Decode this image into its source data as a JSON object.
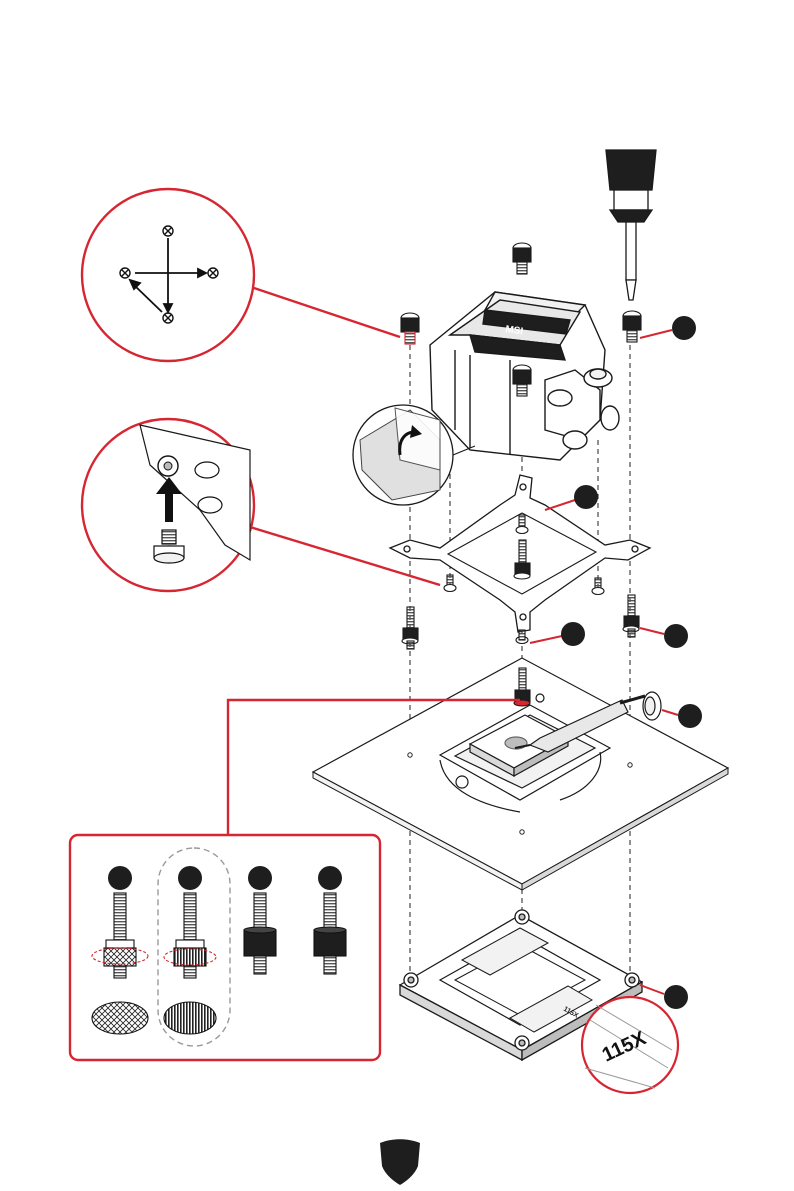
{
  "document": {
    "page_marker": "",
    "socket_label_small": "115X",
    "socket_label_zoom": "115X",
    "pump_logo_text": "MSI"
  },
  "colors": {
    "accent_red": "#d62631",
    "line_dark": "#1a1a1a",
    "fill_light": "#f2f2f2",
    "fill_mid": "#d9d9d9",
    "fill_dark": "#1e1e1e",
    "paste": "#bdbdbd",
    "badge_marker": "#1e1e1e"
  },
  "callouts": [
    {
      "id": "pump-mount-callout"
    },
    {
      "id": "backplate-screw-callout"
    },
    {
      "id": "standoff-comparison-callout"
    },
    {
      "id": "socket-marking-zoom"
    }
  ],
  "standoff_types": [
    {
      "id": "standoff-type-1",
      "pattern": "knurled-diamond"
    },
    {
      "id": "standoff-type-2",
      "pattern": "straight-ridges"
    },
    {
      "id": "standoff-type-3",
      "pattern": "black-plain"
    },
    {
      "id": "standoff-type-4",
      "pattern": "black-plain"
    }
  ],
  "step_markers": 12,
  "icons": [
    "screwdriver-icon",
    "thumbscrew-icon",
    "arrow-up-icon",
    "curved-arrow-icon",
    "page-shield-icon"
  ]
}
